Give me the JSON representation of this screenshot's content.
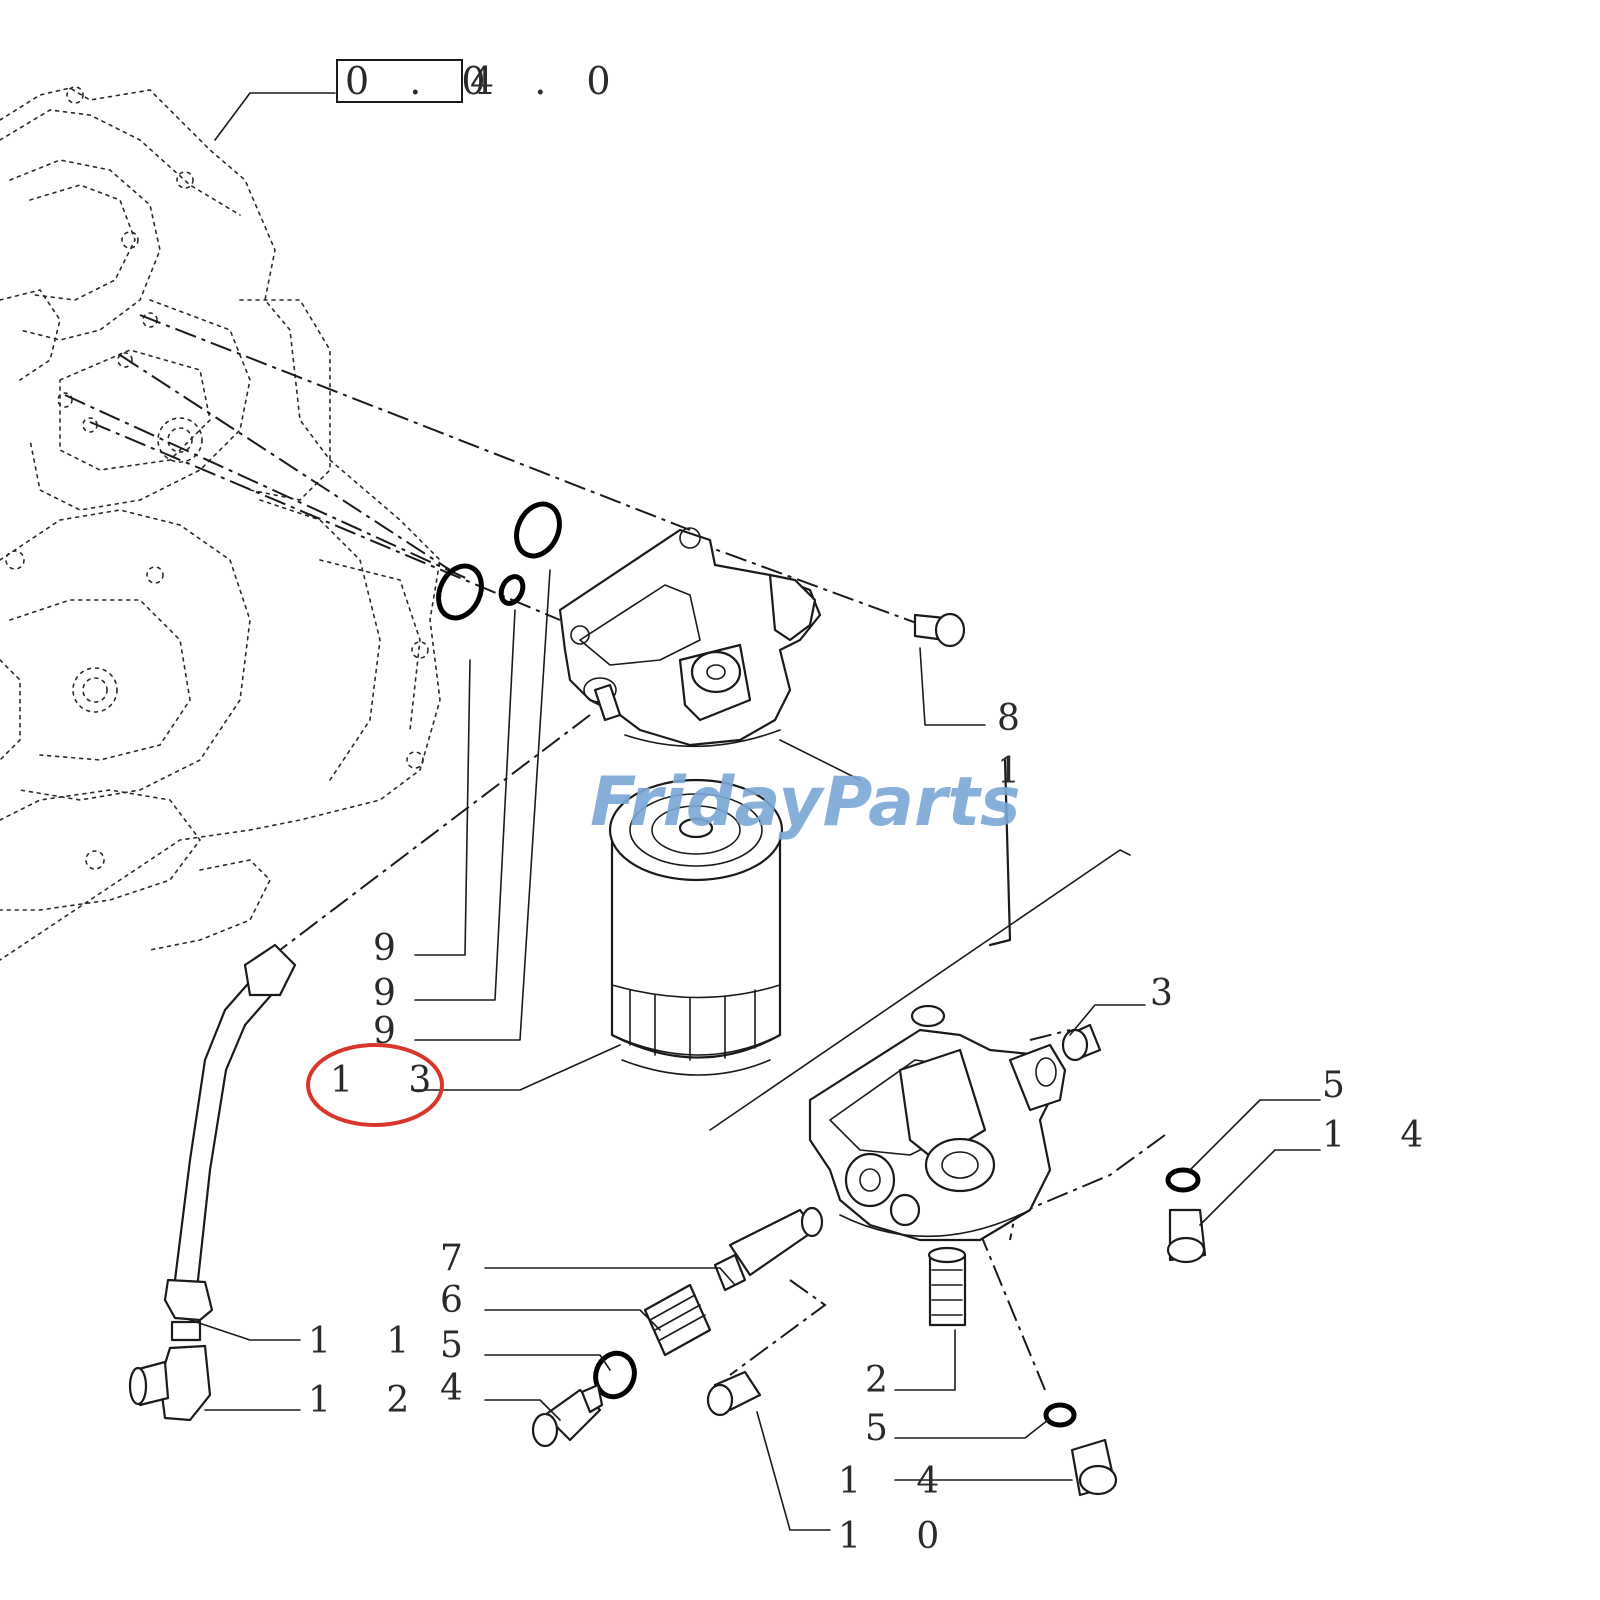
{
  "reference": {
    "boxed": "0 . 0",
    "rest": "4 . 0"
  },
  "watermark": "FridayParts",
  "highlight_color": "#d9362b",
  "callouts": {
    "c8": "8",
    "c1": "1",
    "c9a": "9",
    "c9b": "9",
    "c9c": "9",
    "c13": "1 3",
    "c3": "3",
    "c5a": "5",
    "c14a": "1 4",
    "c7": "7",
    "c6": "6",
    "c5b": "5",
    "c4": "4",
    "c2": "2",
    "c5c": "5",
    "c14b": "1 4",
    "c10": "1 0",
    "c11": "1 1",
    "c12": "1 2"
  }
}
